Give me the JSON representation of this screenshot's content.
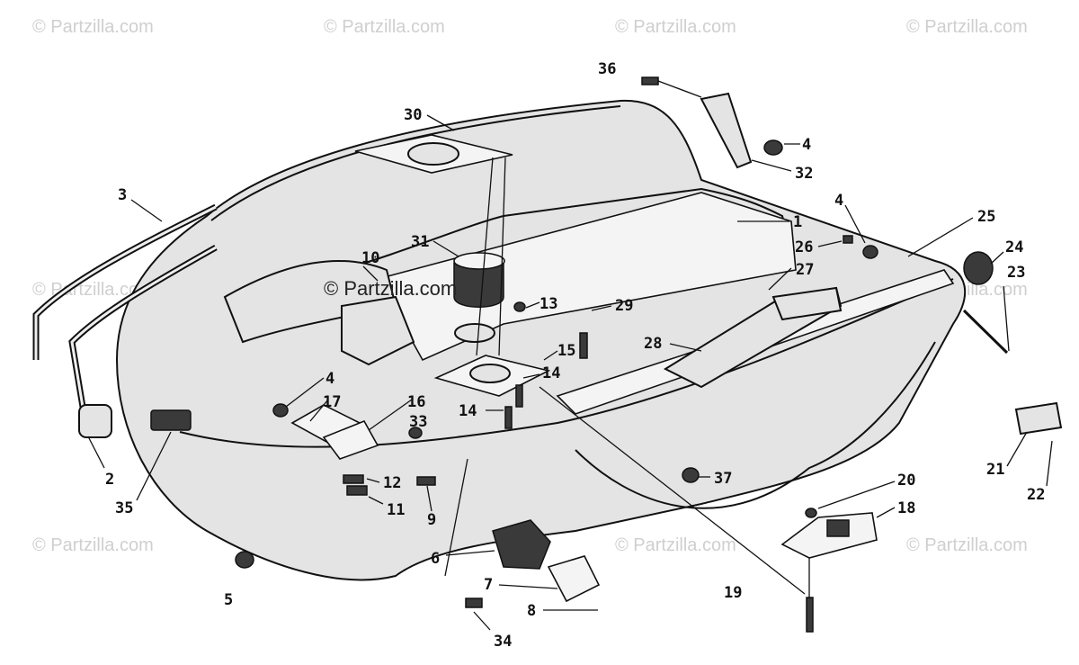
{
  "watermarks": {
    "corner_text": "© Partzilla.com",
    "center_text": "© Partzilla.com"
  },
  "callouts": [
    {
      "id": "c36",
      "label": "36"
    },
    {
      "id": "c30",
      "label": "30"
    },
    {
      "id": "c4a",
      "label": "4"
    },
    {
      "id": "c32",
      "label": "32"
    },
    {
      "id": "c3",
      "label": "3"
    },
    {
      "id": "c4b",
      "label": "4"
    },
    {
      "id": "c1",
      "label": "1"
    },
    {
      "id": "c25",
      "label": "25"
    },
    {
      "id": "c26",
      "label": "26"
    },
    {
      "id": "c24",
      "label": "24"
    },
    {
      "id": "c31",
      "label": "31"
    },
    {
      "id": "c10",
      "label": "10"
    },
    {
      "id": "c27",
      "label": "27"
    },
    {
      "id": "c23",
      "label": "23"
    },
    {
      "id": "c13",
      "label": "13"
    },
    {
      "id": "c29",
      "label": "29"
    },
    {
      "id": "c28",
      "label": "28"
    },
    {
      "id": "c15",
      "label": "15"
    },
    {
      "id": "c14a",
      "label": "14"
    },
    {
      "id": "c4c",
      "label": "4"
    },
    {
      "id": "c17",
      "label": "17"
    },
    {
      "id": "c16",
      "label": "16"
    },
    {
      "id": "c14b",
      "label": "14"
    },
    {
      "id": "c33",
      "label": "33"
    },
    {
      "id": "c12",
      "label": "12"
    },
    {
      "id": "c11",
      "label": "11"
    },
    {
      "id": "c9",
      "label": "9"
    },
    {
      "id": "c2",
      "label": "2"
    },
    {
      "id": "c35",
      "label": "35"
    },
    {
      "id": "c37",
      "label": "37"
    },
    {
      "id": "c20",
      "label": "20"
    },
    {
      "id": "c18",
      "label": "18"
    },
    {
      "id": "c21",
      "label": "21"
    },
    {
      "id": "c22",
      "label": "22"
    },
    {
      "id": "c6",
      "label": "6"
    },
    {
      "id": "c5",
      "label": "5"
    },
    {
      "id": "c7",
      "label": "7"
    },
    {
      "id": "c8",
      "label": "8"
    },
    {
      "id": "c19",
      "label": "19"
    },
    {
      "id": "c34",
      "label": "34"
    }
  ]
}
